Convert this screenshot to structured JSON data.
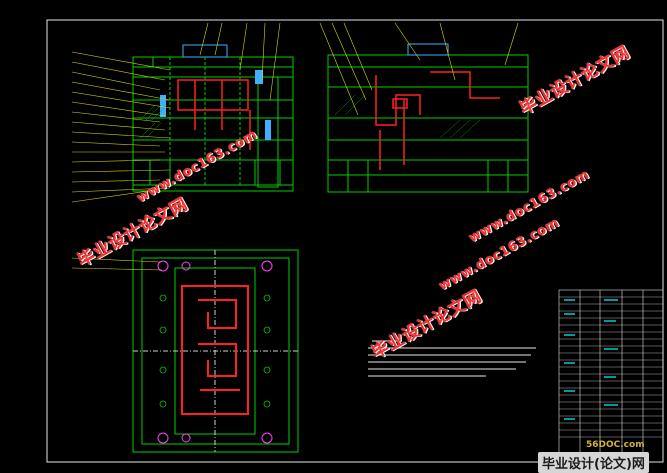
{
  "watermarks": {
    "cn_1": "毕业设计论文网",
    "url_1": "www.doc163.com",
    "cn_2": "毕业设计论文网",
    "url_2": "www.doc163.com",
    "cn_3": "毕业设计论文网",
    "url_3": "www.doc163.com"
  },
  "footer": {
    "site": "56DOC.com",
    "brand": "毕业设计(论文)网"
  },
  "colors": {
    "background": "#000000",
    "outline": "#00d000",
    "cavity": "#ff2020",
    "leader": "#d8d800",
    "frame": "#e0e0e0",
    "accent": "#3fb0ff",
    "marker": "#ff40ff"
  }
}
